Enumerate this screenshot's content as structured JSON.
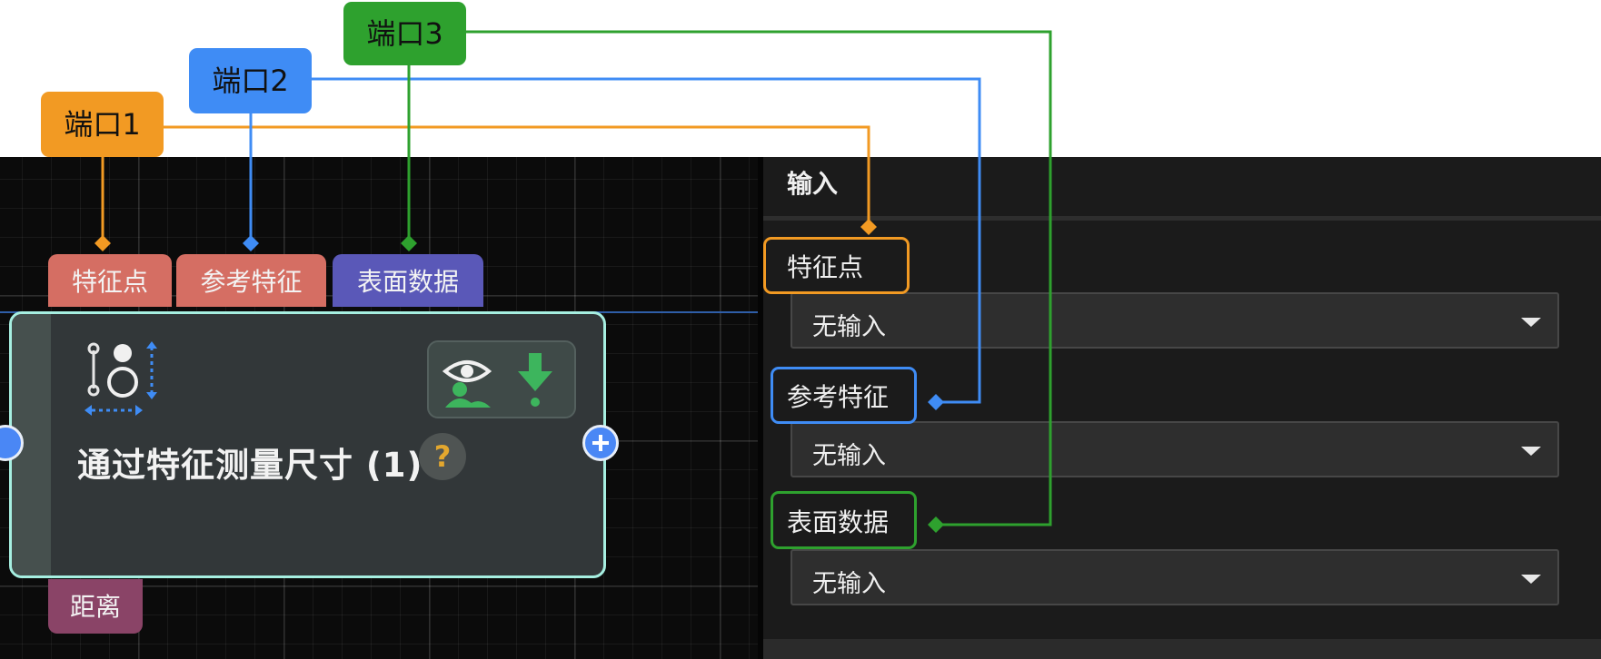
{
  "callouts": {
    "port1": "端口1",
    "port2": "端口2",
    "port3": "端口3"
  },
  "node": {
    "input_ports": [
      "特征点",
      "参考特征",
      "表面数据"
    ],
    "output_port": "距离",
    "title": "通过特征测量尺寸 (1)",
    "help_glyph": "?",
    "icons": [
      "measure-dimension-icon",
      "visibility-icon",
      "download-arrow-icon",
      "help-icon"
    ]
  },
  "panel": {
    "header": "输入",
    "fields": [
      {
        "label": "特征点",
        "value": "无输入"
      },
      {
        "label": "参考特征",
        "value": "无输入"
      },
      {
        "label": "表面数据",
        "value": "无输入"
      }
    ]
  },
  "colors": {
    "port1": "#f29a23",
    "port2": "#3f8cf5",
    "port3": "#2ea12e",
    "node_border": "#a6efe1",
    "input_tab": "#d56e63",
    "surface_tab": "#5a58b8",
    "output_tab": "#8a4467"
  }
}
